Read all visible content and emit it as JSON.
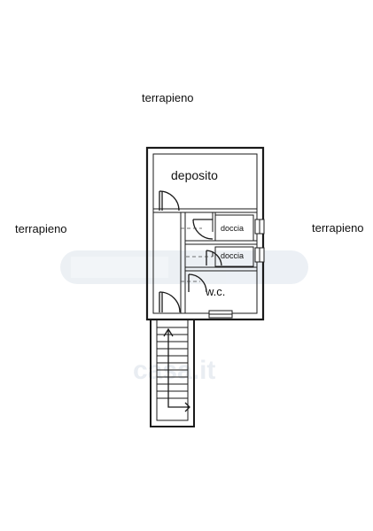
{
  "labels": {
    "outside_top": "terrapieno",
    "outside_left": "terrapieno",
    "outside_right": "terrapieno",
    "room_storage": "deposito",
    "room_shower_1": "doccia",
    "room_shower_2": "doccia",
    "room_wc": "w.c."
  },
  "watermark": {
    "text": "casa.it"
  },
  "colors": {
    "walls": "#1a1a1a",
    "background": "#ffffff",
    "watermark": "#d8dfe8"
  }
}
